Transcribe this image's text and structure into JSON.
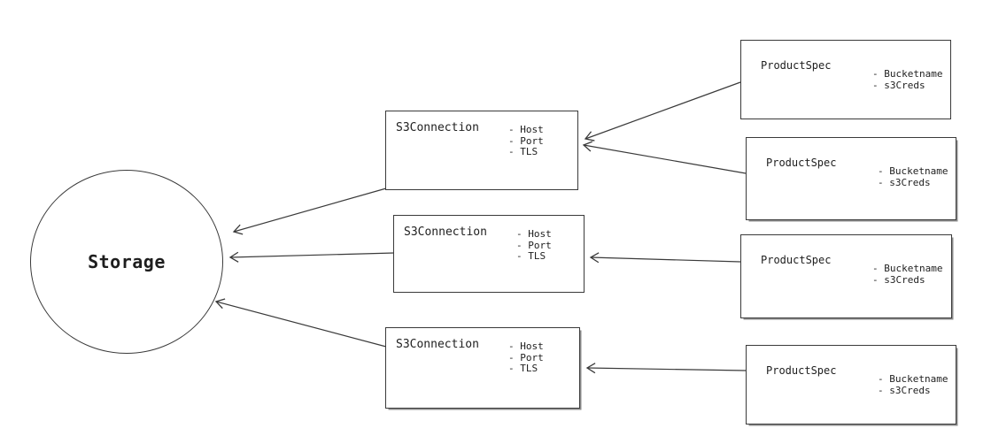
{
  "diagram": {
    "storage": {
      "label": "Storage"
    },
    "connections": [
      {
        "title": "S3Connection",
        "attrs": [
          "- Host",
          "- Port",
          "- TLS"
        ]
      },
      {
        "title": "S3Connection",
        "attrs": [
          "- Host",
          "- Port",
          "- TLS"
        ]
      },
      {
        "title": "S3Connection",
        "attrs": [
          "- Host",
          "- Port",
          "- TLS"
        ]
      }
    ],
    "products": [
      {
        "title": "ProductSpec",
        "attrs": [
          "- Bucketname",
          "- s3Creds"
        ]
      },
      {
        "title": "ProductSpec",
        "attrs": [
          "- Bucketname",
          "- s3Creds"
        ]
      },
      {
        "title": "ProductSpec",
        "attrs": [
          "- Bucketname",
          "- s3Creds"
        ]
      },
      {
        "title": "ProductSpec",
        "attrs": [
          "- Bucketname",
          "- s3Creds"
        ]
      }
    ],
    "colors": {
      "stroke": "#3a3a3a",
      "background": "#ffffff"
    }
  }
}
